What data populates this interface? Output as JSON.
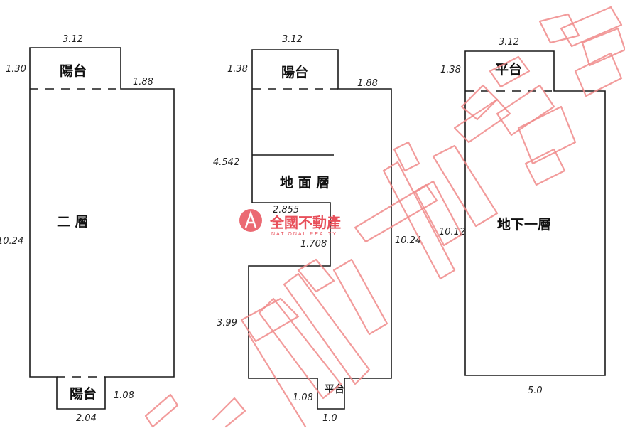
{
  "floor_plans": {
    "second_floor": {
      "room_label": "二 層",
      "balcony_top_label": "陽台",
      "balcony_bottom_label": "陽台",
      "dims": {
        "top_width": "3.12",
        "balcony_depth": "1.30",
        "side_offset": "1.88",
        "height": "10.24",
        "bottom_right": "1.08",
        "bottom_width": "2.04"
      }
    },
    "ground_floor": {
      "room_label": "地 面 層",
      "balcony_top_label": "陽台",
      "terrace_bottom_label": "平台",
      "dims": {
        "top_width": "3.12",
        "balcony_depth": "1.38",
        "side_offset": "1.88",
        "upper_height": "4.542",
        "inner_width": "2.855",
        "step": "1.708",
        "right_height": "10.24",
        "lower_height": "3.99",
        "terrace_depth": "1.08",
        "terrace_width": "1.0"
      }
    },
    "basement_floor": {
      "room_label": "地下一層",
      "terrace_top_label": "平台",
      "dims": {
        "top_width": "3.12",
        "terrace_depth": "1.38",
        "height": "10.12",
        "bottom_width": "5.0"
      }
    }
  },
  "watermark": {
    "brand_cn": "全國不動產",
    "brand_en": "NATIONAL REALTY",
    "accent_color": "#e8505b"
  }
}
